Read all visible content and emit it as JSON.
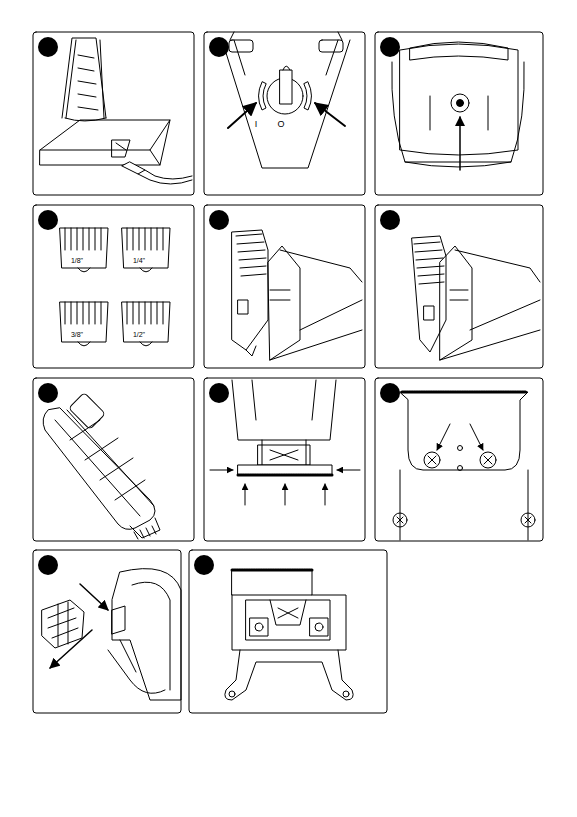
{
  "diagram": {
    "labels": [
      "I",
      "O",
      "1/8\"",
      "1/4\"",
      "3/8\"",
      "1/2\""
    ]
  }
}
